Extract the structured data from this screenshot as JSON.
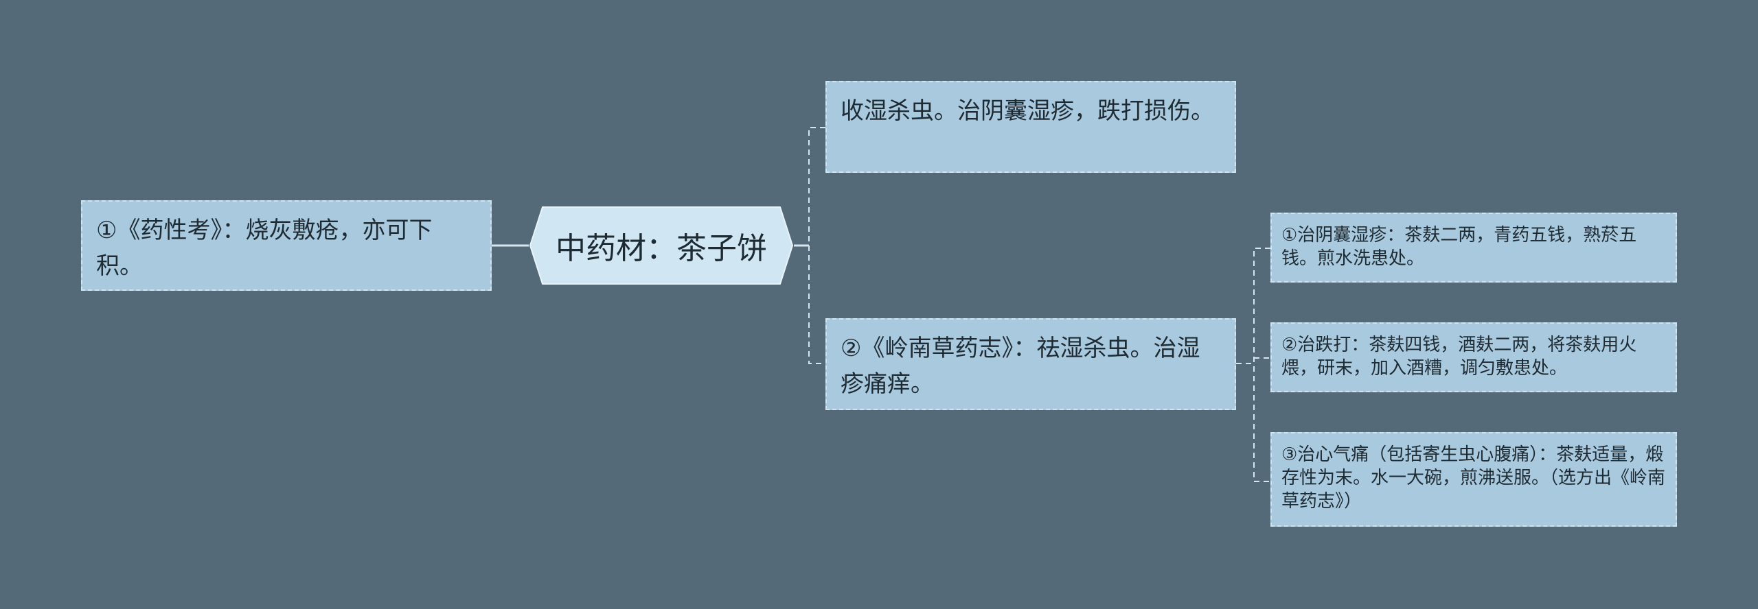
{
  "mindmap": {
    "root": {
      "label": "中药材：茶子饼"
    },
    "left": [
      {
        "label": "①《药性考》：烧灰敷疮，亦可下积。"
      }
    ],
    "right": [
      {
        "label": "收湿杀虫。治阴囊湿疹，跌打损伤。"
      },
      {
        "label": "②《岭南草药志》：祛湿杀虫。治湿疹痛痒。",
        "children": [
          {
            "label": "①治阴囊湿疹：茶麸二两，青药五钱，熟菸五钱。煎水洗患处。"
          },
          {
            "label": "②治跌打：茶麸四钱，酒麸二两，将茶麸用火煨，研末，加入酒糟，调匀敷患处。"
          },
          {
            "label": "③治心气痛（包括寄生虫心腹痛）：茶麸适量，煅存性为末。水一大碗，煎沸送服。（选方出《岭南草药志》）"
          }
        ]
      }
    ]
  },
  "colors": {
    "background": "#546a79",
    "node_fill": "#a9c9df",
    "node_border": "#d2e4f0",
    "root_fill": "#d0e6f3",
    "connector": "#d8e6ef"
  }
}
